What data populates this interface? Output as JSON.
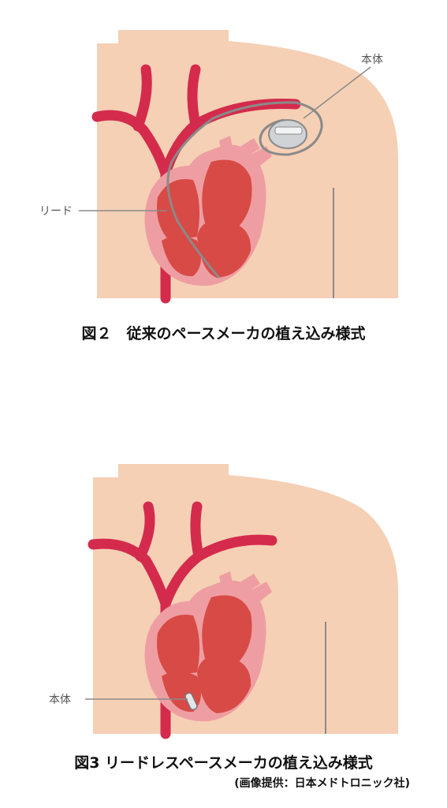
{
  "figure2": {
    "caption": "図２　従来のペースメーカの植え込み様式",
    "label_body": "本体",
    "label_lead": "リード"
  },
  "figure3": {
    "caption": "図3 リードレスペースメーカの植え込み様式",
    "credit": "(画像提供：日本メドトロニック社)",
    "label_body": "本体"
  },
  "colors": {
    "skin": "#f5d0b5",
    "vessel": "#d42b4c",
    "heart_outer": "#ee9ea2",
    "heart_chamber": "#d84a46",
    "line": "#8a8a8a"
  }
}
